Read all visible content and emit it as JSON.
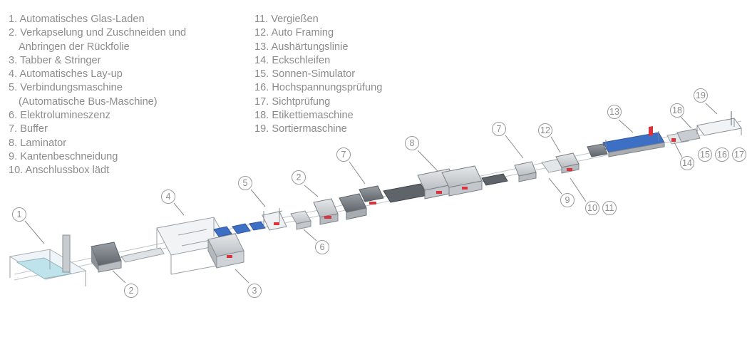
{
  "legend_left": [
    {
      "lines": [
        "1. Automatisches Glas-Laden"
      ]
    },
    {
      "lines": [
        "2. Verkapselung und Zuschneiden und",
        "Anbringen der Rückfolie"
      ]
    },
    {
      "lines": [
        "3. Tabber & Stringer"
      ]
    },
    {
      "lines": [
        "4. Automatisches Lay-up"
      ]
    },
    {
      "lines": [
        "5. Verbindungsmaschine",
        "(Automatische Bus-Maschine)"
      ]
    },
    {
      "lines": [
        "6. Elektrolumineszenz"
      ]
    },
    {
      "lines": [
        "7. Buffer"
      ]
    },
    {
      "lines": [
        "8. Laminator"
      ]
    },
    {
      "lines": [
        "9. Kantenbeschneidung"
      ]
    },
    {
      "lines": [
        "10. Anschlussbox lädt"
      ]
    }
  ],
  "legend_right": [
    {
      "lines": [
        "11. Vergießen"
      ]
    },
    {
      "lines": [
        "12. Auto Framing"
      ]
    },
    {
      "lines": [
        "13. Aushärtungslinie"
      ]
    },
    {
      "lines": [
        "14. Eckschleifen"
      ]
    },
    {
      "lines": [
        "15. Sonnen-Simulator"
      ]
    },
    {
      "lines": [
        "16. Hochspannungsprüfung"
      ]
    },
    {
      "lines": [
        "17. Sichtprüfung"
      ]
    },
    {
      "lines": [
        "18. Etikettiemaschine"
      ]
    },
    {
      "lines": [
        "19. Sortiermaschine"
      ]
    }
  ],
  "callouts": [
    "1",
    "2",
    "2",
    "3",
    "4",
    "5",
    "6",
    "7",
    "7",
    "8",
    "9",
    "10",
    "11",
    "12",
    "13",
    "14",
    "15",
    "16",
    "17",
    "18",
    "19"
  ],
  "colors": {
    "text": "#8c8c8c",
    "machine": "#c9ccd0",
    "machine_dark": "#7d8288",
    "panel_blue": "#3d6fc4",
    "accent_red": "#d9343b"
  }
}
